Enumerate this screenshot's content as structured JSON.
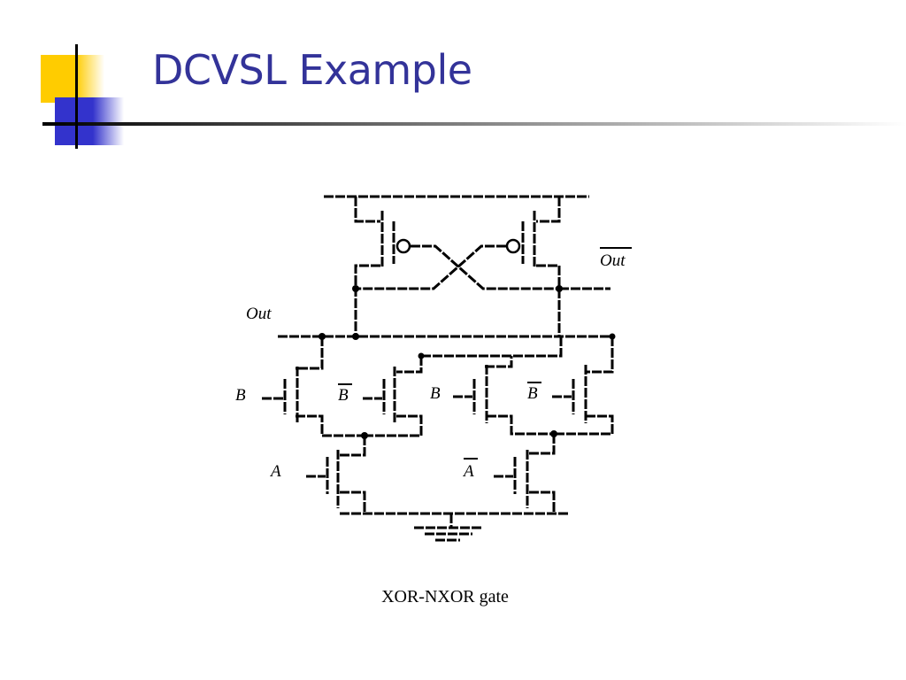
{
  "slide": {
    "title": "DCVSL Example",
    "caption": "XOR-NXOR gate"
  },
  "diagram": {
    "labels": {
      "out_bar": "Out",
      "out": "Out",
      "b_left": "B",
      "b_bar_left": "B",
      "b_right": "B",
      "b_bar_right": "B",
      "a": "A",
      "a_bar": "A"
    }
  },
  "colors": {
    "title": "#333399",
    "accent_yellow": "#FFCC00",
    "accent_blue": "#3333CC",
    "wire": "#000000"
  }
}
